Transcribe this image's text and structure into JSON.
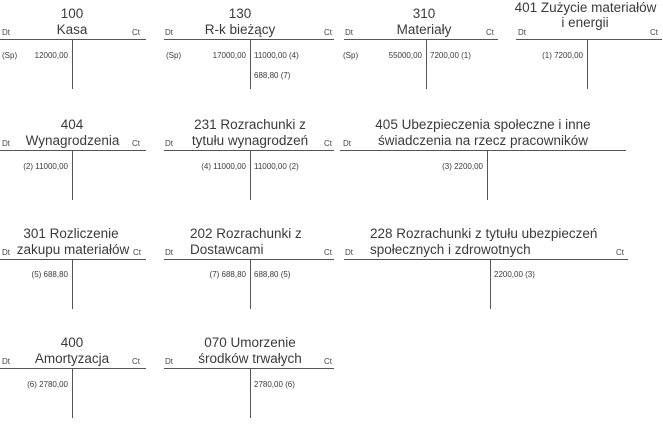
{
  "labels": {
    "dt": "Dt",
    "ct": "Ct"
  },
  "accounts": {
    "a100": {
      "title1": "100",
      "title2": "Kasa",
      "debit": [
        {
          "ref": "(Sp)",
          "amount": "12000,00"
        }
      ],
      "credit": []
    },
    "a130": {
      "title1": "130",
      "title2": "R-k bieżący",
      "debit": [
        {
          "ref": "(Sp)",
          "amount": "17000,00"
        }
      ],
      "credit": [
        "11000,00 (4)",
        "688,80 (7)"
      ]
    },
    "a310": {
      "title1": "310",
      "title2": "Materiały",
      "debit": [
        {
          "ref": "(Sp)",
          "amount": "55000,00"
        }
      ],
      "credit": [
        "7200,00 (1)"
      ]
    },
    "a401": {
      "title1": "401 Zużycie materiałów",
      "title2": "i energii",
      "debit": [
        "(1) 7200,00"
      ],
      "credit": []
    },
    "a404": {
      "title1": "404",
      "title2": "Wynagrodzenia",
      "debit": [
        "(2) 11000,00"
      ],
      "credit": []
    },
    "a231": {
      "title1": "231 Rozrachunki z",
      "title2": "tytułu wynagrodzeń",
      "debit": [
        "(4) 11000,00"
      ],
      "credit": [
        "11000,00 (2)"
      ]
    },
    "a405": {
      "title1": "405 Ubezpieczenia społeczne i inne",
      "title2": "świadczenia na rzecz pracowników",
      "debit": [
        "(3) 2200,00"
      ],
      "credit": []
    },
    "a301": {
      "title1": "301 Rozliczenie",
      "title2": "zakupu materiałów",
      "debit": [
        "(5) 688,80"
      ],
      "credit": []
    },
    "a202": {
      "title1": "202 Rozrachunki z",
      "title2": "Dostawcami",
      "debit": [
        "(7) 688,80"
      ],
      "credit": [
        "688,80 (5)"
      ]
    },
    "a228": {
      "title1": "228 Rozrachunki z tytułu ubezpieczeń",
      "title2": "społecznych i zdrowotnych",
      "debit": [],
      "credit": [
        "2200,00 (3)"
      ]
    },
    "a400": {
      "title1": "400",
      "title2": "Amortyzacja",
      "debit": [
        "(6) 2780,00"
      ],
      "credit": []
    },
    "a070": {
      "title1": "070 Umorzenie",
      "title2": "środków trwałych",
      "debit": [],
      "credit": [
        "2780,00 (6)"
      ]
    }
  }
}
